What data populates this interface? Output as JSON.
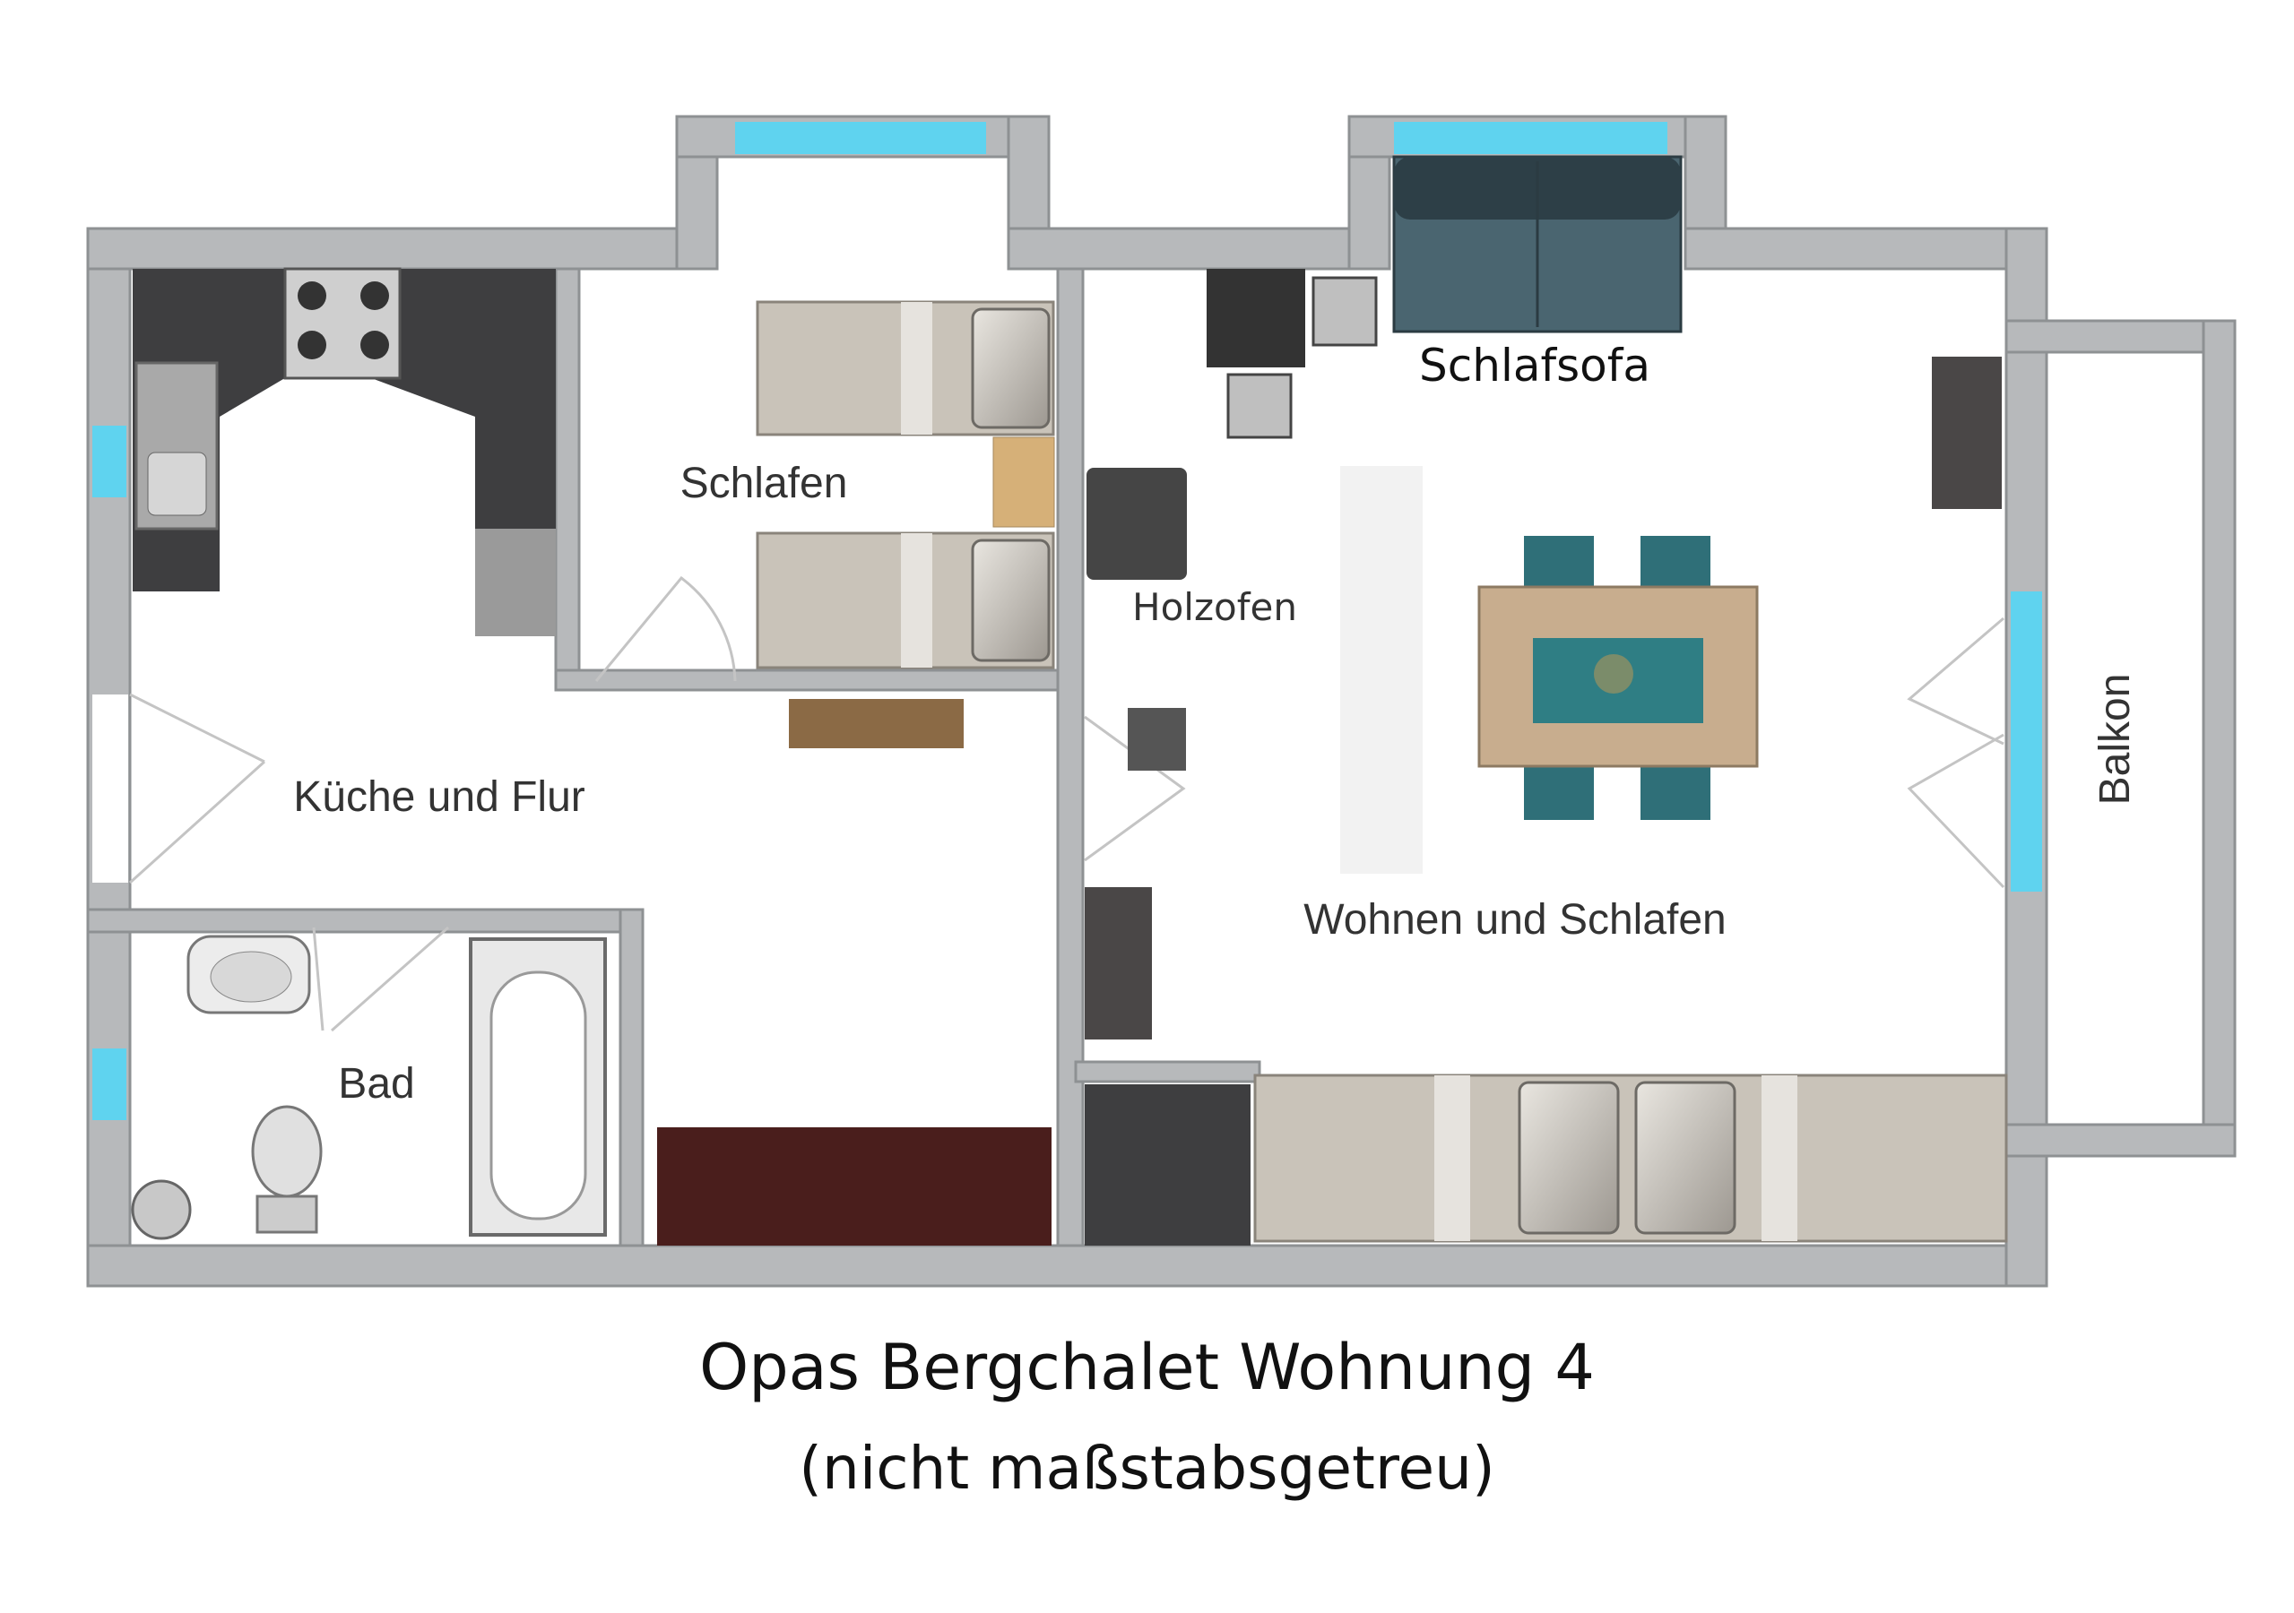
{
  "rooms": {
    "kitchen_hall": "Küche und Flur",
    "bedroom": "Schlafen",
    "bath": "Bad",
    "living": "Wohnen und Schlafen",
    "balcony": "Balkon"
  },
  "furniture": {
    "sofa_bed": "Schlafsofa",
    "wood_stove": "Holzofen"
  },
  "caption": {
    "title": "Opas Bergchalet Wohnung 4",
    "subtitle": "(nicht maßstabsgetreu)"
  },
  "colors": {
    "wall": "#b7b9bb",
    "window": "#5fd3ef",
    "kitchen_counter": "#3e3e40",
    "floor_dark": "#4a1e1c",
    "teal": "#2f6f78",
    "bed_fabric": "#c9c3b9"
  }
}
